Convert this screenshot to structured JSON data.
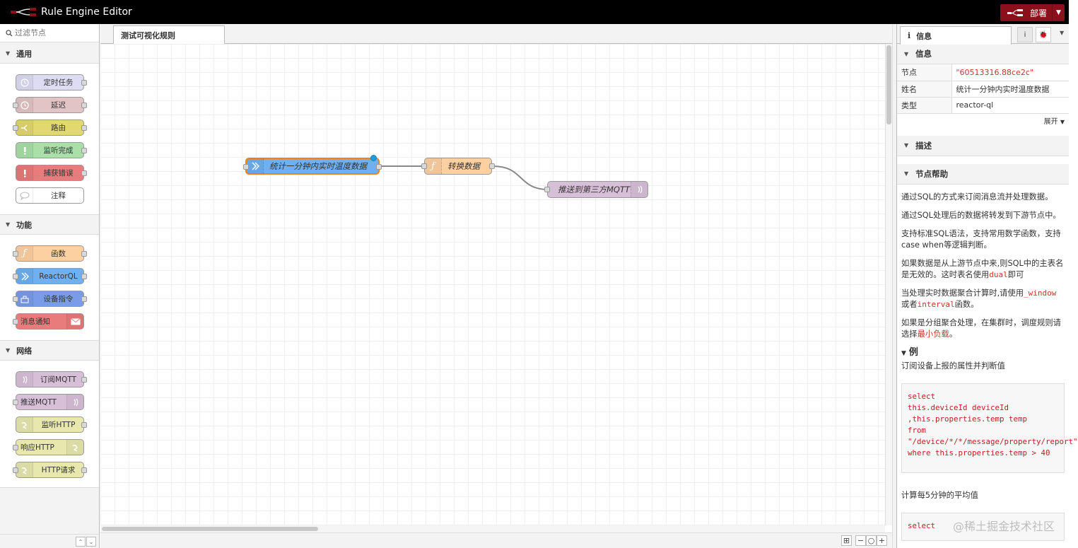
{
  "header": {
    "title": "Rule Engine Editor",
    "deploy_label": "部署"
  },
  "palette": {
    "search_placeholder": "过滤节点",
    "categories": [
      {
        "label": "通用",
        "nodes": [
          "定时任务",
          "延迟",
          "路由",
          "监听完成",
          "捕获错误",
          "注释"
        ]
      },
      {
        "label": "功能",
        "nodes": [
          "函数",
          "ReactorQL",
          "设备指令",
          "消息通知"
        ]
      },
      {
        "label": "网络",
        "nodes": [
          "订阅MQTT",
          "推送MQTT",
          "监听HTTP",
          "响应HTTP",
          "HTTP请求"
        ]
      }
    ]
  },
  "workspace": {
    "tab_label": "测试可视化规则",
    "nodes": [
      "统计一分钟内实时温度数据",
      "转换数据",
      "推送到第三方MQTT"
    ]
  },
  "colors": {
    "deploy": "#8c101c",
    "reactorql": "#6fb0f0",
    "function": "#fdd0a2",
    "mqtt": "#d8bfd8",
    "selection": "#ff7f0e"
  },
  "sidebar": {
    "tab_label": "信息",
    "info_section": "信息",
    "rows": [
      {
        "key": "节点",
        "value": "\"60513316.88ce2c\""
      },
      {
        "key": "姓名",
        "value": "统计一分钟内实时温度数据"
      },
      {
        "key": "类型",
        "value": "reactor-ql"
      }
    ],
    "expand_label": "展开",
    "desc_section": "描述",
    "help_section": "节点帮助",
    "help": {
      "p1": "通过SQL的方式来订阅消息流并处理数据。",
      "p2": "通过SQL处理后的数据将转发到下游节点中。",
      "p3": "支持标准SQL语法，支持常用数学函数，支持case when等逻辑判断。",
      "p4_a": "如果数据是从上游节点中来,则SQL中的主表名是无效的。这时表名使用",
      "p4_code": "dual",
      "p4_b": "即可",
      "p5_a": "当处理实时数据聚合计算时,请使用",
      "p5_code1": "_window",
      "p5_b": "或者",
      "p5_code2": "interval",
      "p5_c": "函数。",
      "p6_a": "如果是分组聚合处理，在集群时，调度规则请选择",
      "p6_hl": "最小负载",
      "p6_b": "。",
      "example_title": "例",
      "example1_desc": "订阅设备上报的属性并判断值",
      "example1_code": "select\nthis.deviceId deviceId\n,this.properties.temp temp\nfrom \"/device/*/*/message/property/report\"\nwhere this.properties.temp > 40",
      "example2_desc": "计算每5分钟的平均值",
      "example2_code": "select"
    }
  },
  "watermark": "@稀土掘金技术社区"
}
